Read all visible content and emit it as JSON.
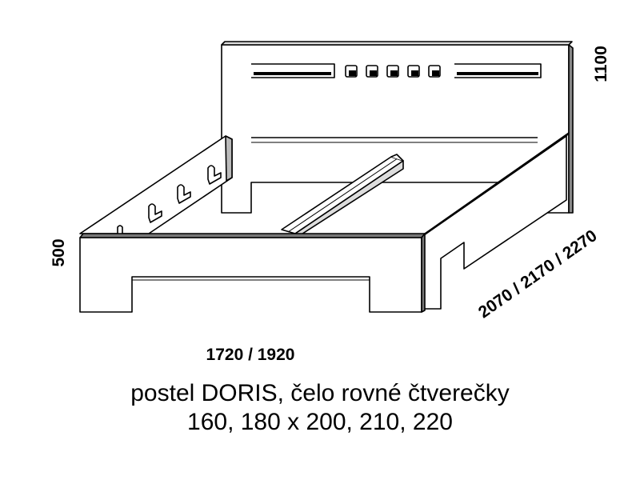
{
  "dimensions": {
    "width": "1720 / 1920",
    "height_headboard": "1100",
    "height_footboard": "500",
    "length": "2070 / 2170 / 2270"
  },
  "caption": {
    "line1": "postel DORIS, čelo rovné čtverečky",
    "line2": "160, 180 x 200, 210, 220"
  }
}
